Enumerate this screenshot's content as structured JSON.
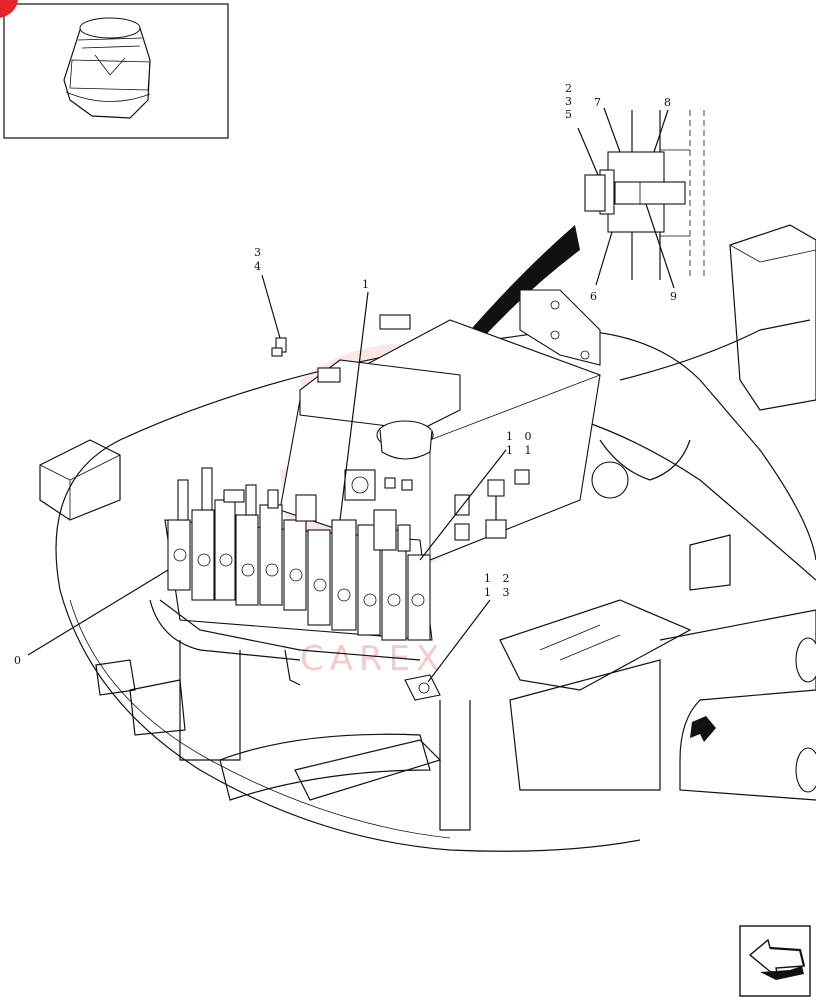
{
  "labels": {
    "l0": "0",
    "l1": "1",
    "l235": [
      "2",
      "3",
      "5"
    ],
    "l34": [
      "3",
      "4"
    ],
    "l6": "6",
    "l7": "7",
    "l8": "8",
    "l9": "9",
    "l1011": [
      "1 0",
      "1 1"
    ],
    "l1213": [
      "1 2",
      "1 3"
    ]
  },
  "watermark": {
    "text": "CAREX",
    "color": "#f3c2c2"
  },
  "icons": {
    "thumbnail": "cab-thumbnail-icon",
    "corner_marker": "red-corner-marker",
    "direction": "navigation-arrow-icon"
  },
  "colors": {
    "line": "#111111",
    "accent": "#e5252a"
  }
}
